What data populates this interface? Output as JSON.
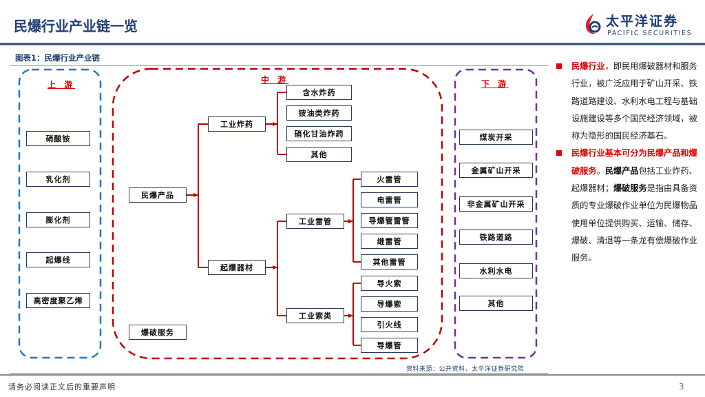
{
  "header": {
    "title": "民爆行业产业链一览",
    "logo_cn": "太平洋证券",
    "logo_en": "PACIFIC SECURITIES",
    "logo_icon": "pacific-securities-logo-icon"
  },
  "figure": {
    "title": "图表1：民爆行业产业链",
    "source": "资料来源：公开资料，太平洋证券研究院"
  },
  "colors": {
    "upstream": "#1f77c8",
    "midstream": "#c00000",
    "downstream": "#7030a0",
    "connector": "#c00000",
    "title": "#1f3f73",
    "highlight": "#e00000"
  },
  "diagram": {
    "upstream": {
      "label": "上 游",
      "items": [
        "硝酸铵",
        "乳化剂",
        "膨化剂",
        "起爆线",
        "高密度聚乙烯"
      ]
    },
    "midstream": {
      "label": "中 游",
      "root": "民爆产品",
      "service": "爆破服务",
      "branches": [
        {
          "label": "工业炸药",
          "children": [
            "含水炸药",
            "铵油类炸药",
            "硝化甘油炸药",
            "其他"
          ]
        },
        {
          "label": "起爆器材",
          "children": [
            {
              "label": "工业雷管",
              "children": [
                "火雷管",
                "电雷管",
                "导爆管雷管",
                "继雷管",
                "其他雷管"
              ]
            },
            {
              "label": "工业索类",
              "children": [
                "导火索",
                "导爆索",
                "引火线",
                "导爆管"
              ]
            }
          ]
        }
      ]
    },
    "downstream": {
      "label": "下 游",
      "items": [
        "煤炭开采",
        "金属矿山开采",
        "非金属矿山开采",
        "铁路道路",
        "水利水电",
        "其他"
      ]
    }
  },
  "sidebar": {
    "bullets": [
      {
        "lead_red": "民爆行业",
        "text": "，即民用爆破器材和服务行业，被广泛应用于矿山开采、铁路道路建设、水利水电工程与基础设施建设等多个国民经济领域，被称为隐形的国民经济基石。"
      },
      {
        "lead_red": "民爆行业基本可分为民爆产品和爆破服务",
        "sep": "。",
        "bold1": "民爆产品",
        "text1": "包括工业炸药、起爆器材；",
        "bold2": "爆破服务",
        "text2": "是指由具备资质的专业爆破作业单位为民爆物品使用单位提供购买、运输、储存、爆破、清退等一条龙有偿爆破作业服务。"
      }
    ]
  },
  "footer": {
    "note": "请务必阅读正文后的重要声明",
    "page": "3"
  }
}
